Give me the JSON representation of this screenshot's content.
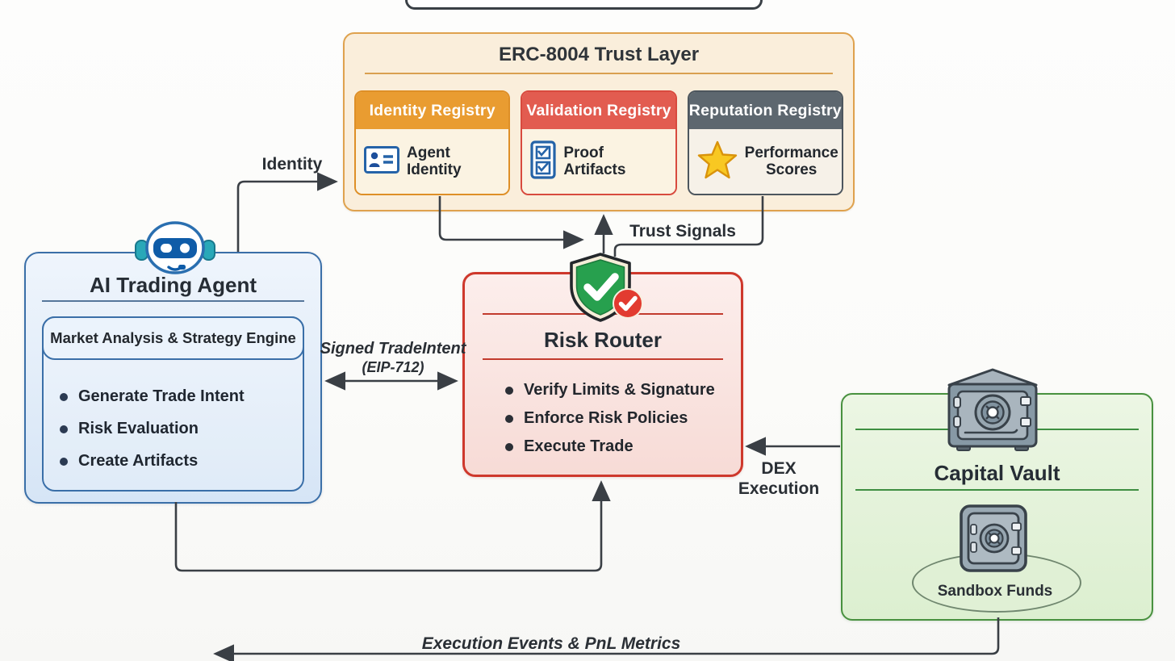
{
  "diagram": {
    "trust_layer": {
      "title": "ERC-8004 Trust Layer",
      "registries": [
        {
          "title": "Identity Registry",
          "item": "Agent Identity",
          "icon": "id-card-icon",
          "header_color": "#e99c31"
        },
        {
          "title": "Validation Registry",
          "item": "Proof Artifacts",
          "icon": "checklist-icon",
          "header_color": "#e25c50"
        },
        {
          "title": "Reputation Registry",
          "item": "Performance Scores",
          "icon": "star-icon",
          "header_color": "#5d676f"
        }
      ]
    },
    "agent": {
      "title": "AI Trading Agent",
      "icon": "robot-icon",
      "engine_label": "Market Analysis & Strategy Engine",
      "bullets": [
        "Generate Trade Intent",
        "Risk Evaluation",
        "Create Artifacts"
      ]
    },
    "risk_router": {
      "title": "Risk Router",
      "icon": "shield-check-icon",
      "bullets": [
        "Verify Limits & Signature",
        "Enforce Risk Policies",
        "Execute Trade"
      ]
    },
    "capital_vault": {
      "title": "Capital Vault",
      "icons": [
        "vault-safe-icon",
        "small-safe-icon"
      ],
      "funds_label": "Sandbox Funds"
    },
    "edge_labels": {
      "identity": "Identity",
      "trust_signals": "Trust Signals",
      "signed_trade_intent": "Signed TradeIntent",
      "signed_trade_intent_sub": "(EIP-712)",
      "dex_line1": "DEX",
      "dex_line2": "Execution",
      "execution_events": "Execution Events & PnL Metrics"
    },
    "colors": {
      "trust_fill": "#faeedb",
      "trust_border": "#dfa24e",
      "agent_fill": "#e2edf9",
      "agent_border": "#3a6fa8",
      "router_fill": "#f9e4e0",
      "router_border": "#ce382c",
      "vault_fill": "#e4f3d9",
      "vault_border": "#48913f",
      "arrow": "#3a3f45",
      "shield_green": "#27a04e",
      "badge_red": "#e23b30",
      "star_gold": "#f8c822"
    }
  }
}
